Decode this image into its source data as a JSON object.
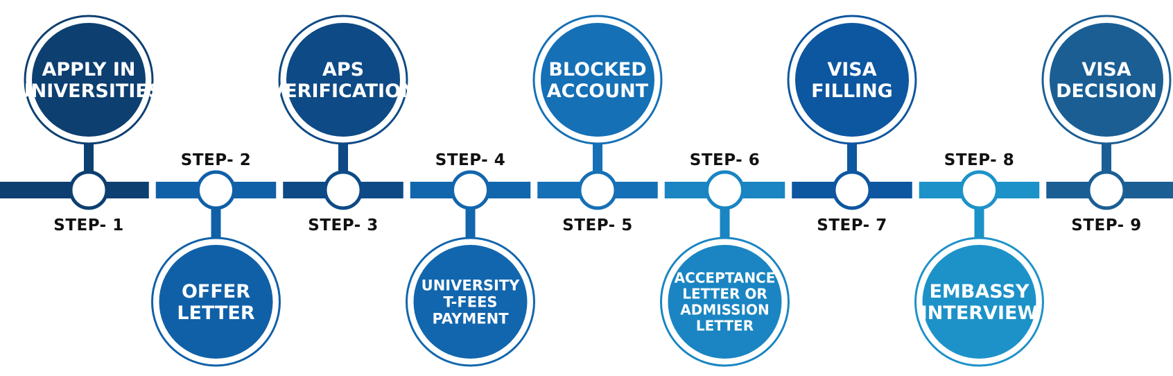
{
  "steps": [
    {
      "label": "STEP- 1",
      "lines": [
        "APPLY IN",
        "UNIVERSITIES"
      ],
      "color": "#0d3f70"
    },
    {
      "label": "STEP- 2",
      "lines": [
        "OFFER",
        "LETTER"
      ],
      "color": "#1060a8"
    },
    {
      "label": "STEP- 3",
      "lines": [
        "APS",
        "VERIFICATION"
      ],
      "color": "#0e4a85"
    },
    {
      "label": "STEP- 4",
      "lines": [
        "UNIVERSITY",
        "T-FEES",
        "PAYMENT"
      ],
      "color": "#1266ad"
    },
    {
      "label": "STEP- 5",
      "lines": [
        "BLOCKED",
        "ACCOUNT"
      ],
      "color": "#1570b6"
    },
    {
      "label": "STEP- 6",
      "lines": [
        "ACCEPTANCE",
        "LETTER OR",
        "ADMISSION",
        "LETTER"
      ],
      "color": "#1a85c2"
    },
    {
      "label": "STEP- 7",
      "lines": [
        "VISA",
        "FILLING"
      ],
      "color": "#0d56a0"
    },
    {
      "label": "STEP- 8",
      "lines": [
        "EMBASSY",
        "INTERVIEW"
      ],
      "color": "#1d92c8"
    },
    {
      "label": "STEP- 9",
      "lines": [
        "VISA",
        "DECISION"
      ],
      "color": "#1a5e94"
    }
  ]
}
